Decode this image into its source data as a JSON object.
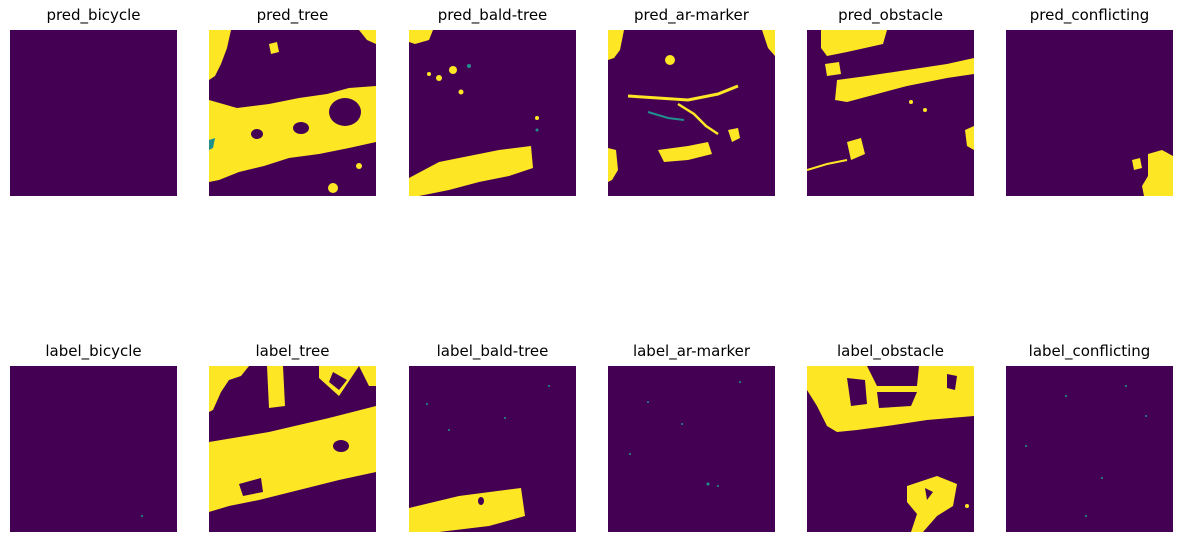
{
  "colors": {
    "background_class": "#440154",
    "foreground_class": "#fde725",
    "edge_class": "#21908d"
  },
  "rows": [
    {
      "panels": [
        {
          "title": "pred_bicycle",
          "fg": []
        },
        {
          "title": "pred_tree",
          "fg": [
            "main-band",
            "top-left-blob"
          ]
        },
        {
          "title": "pred_bald-tree",
          "fg": [
            "bottom-band",
            "scatter-top"
          ]
        },
        {
          "title": "pred_ar-marker",
          "fg": [
            "thin-streaks",
            "left-edge"
          ]
        },
        {
          "title": "pred_obstacle",
          "fg": [
            "diagonal-band",
            "top-left-corner"
          ]
        },
        {
          "title": "pred_conflicting",
          "fg": [
            "bottom-right-blob"
          ]
        }
      ]
    },
    {
      "panels": [
        {
          "title": "label_bicycle",
          "fg": []
        },
        {
          "title": "label_tree",
          "fg": [
            "diagonal-band",
            "top-shapes"
          ]
        },
        {
          "title": "label_bald-tree",
          "fg": [
            "bottom-left-band"
          ]
        },
        {
          "title": "label_ar-marker",
          "fg": [
            "specks"
          ]
        },
        {
          "title": "label_obstacle",
          "fg": [
            "top-left-shapes",
            "bottom-right-shapes"
          ]
        },
        {
          "title": "label_conflicting",
          "fg": [
            "specks"
          ]
        }
      ]
    }
  ]
}
